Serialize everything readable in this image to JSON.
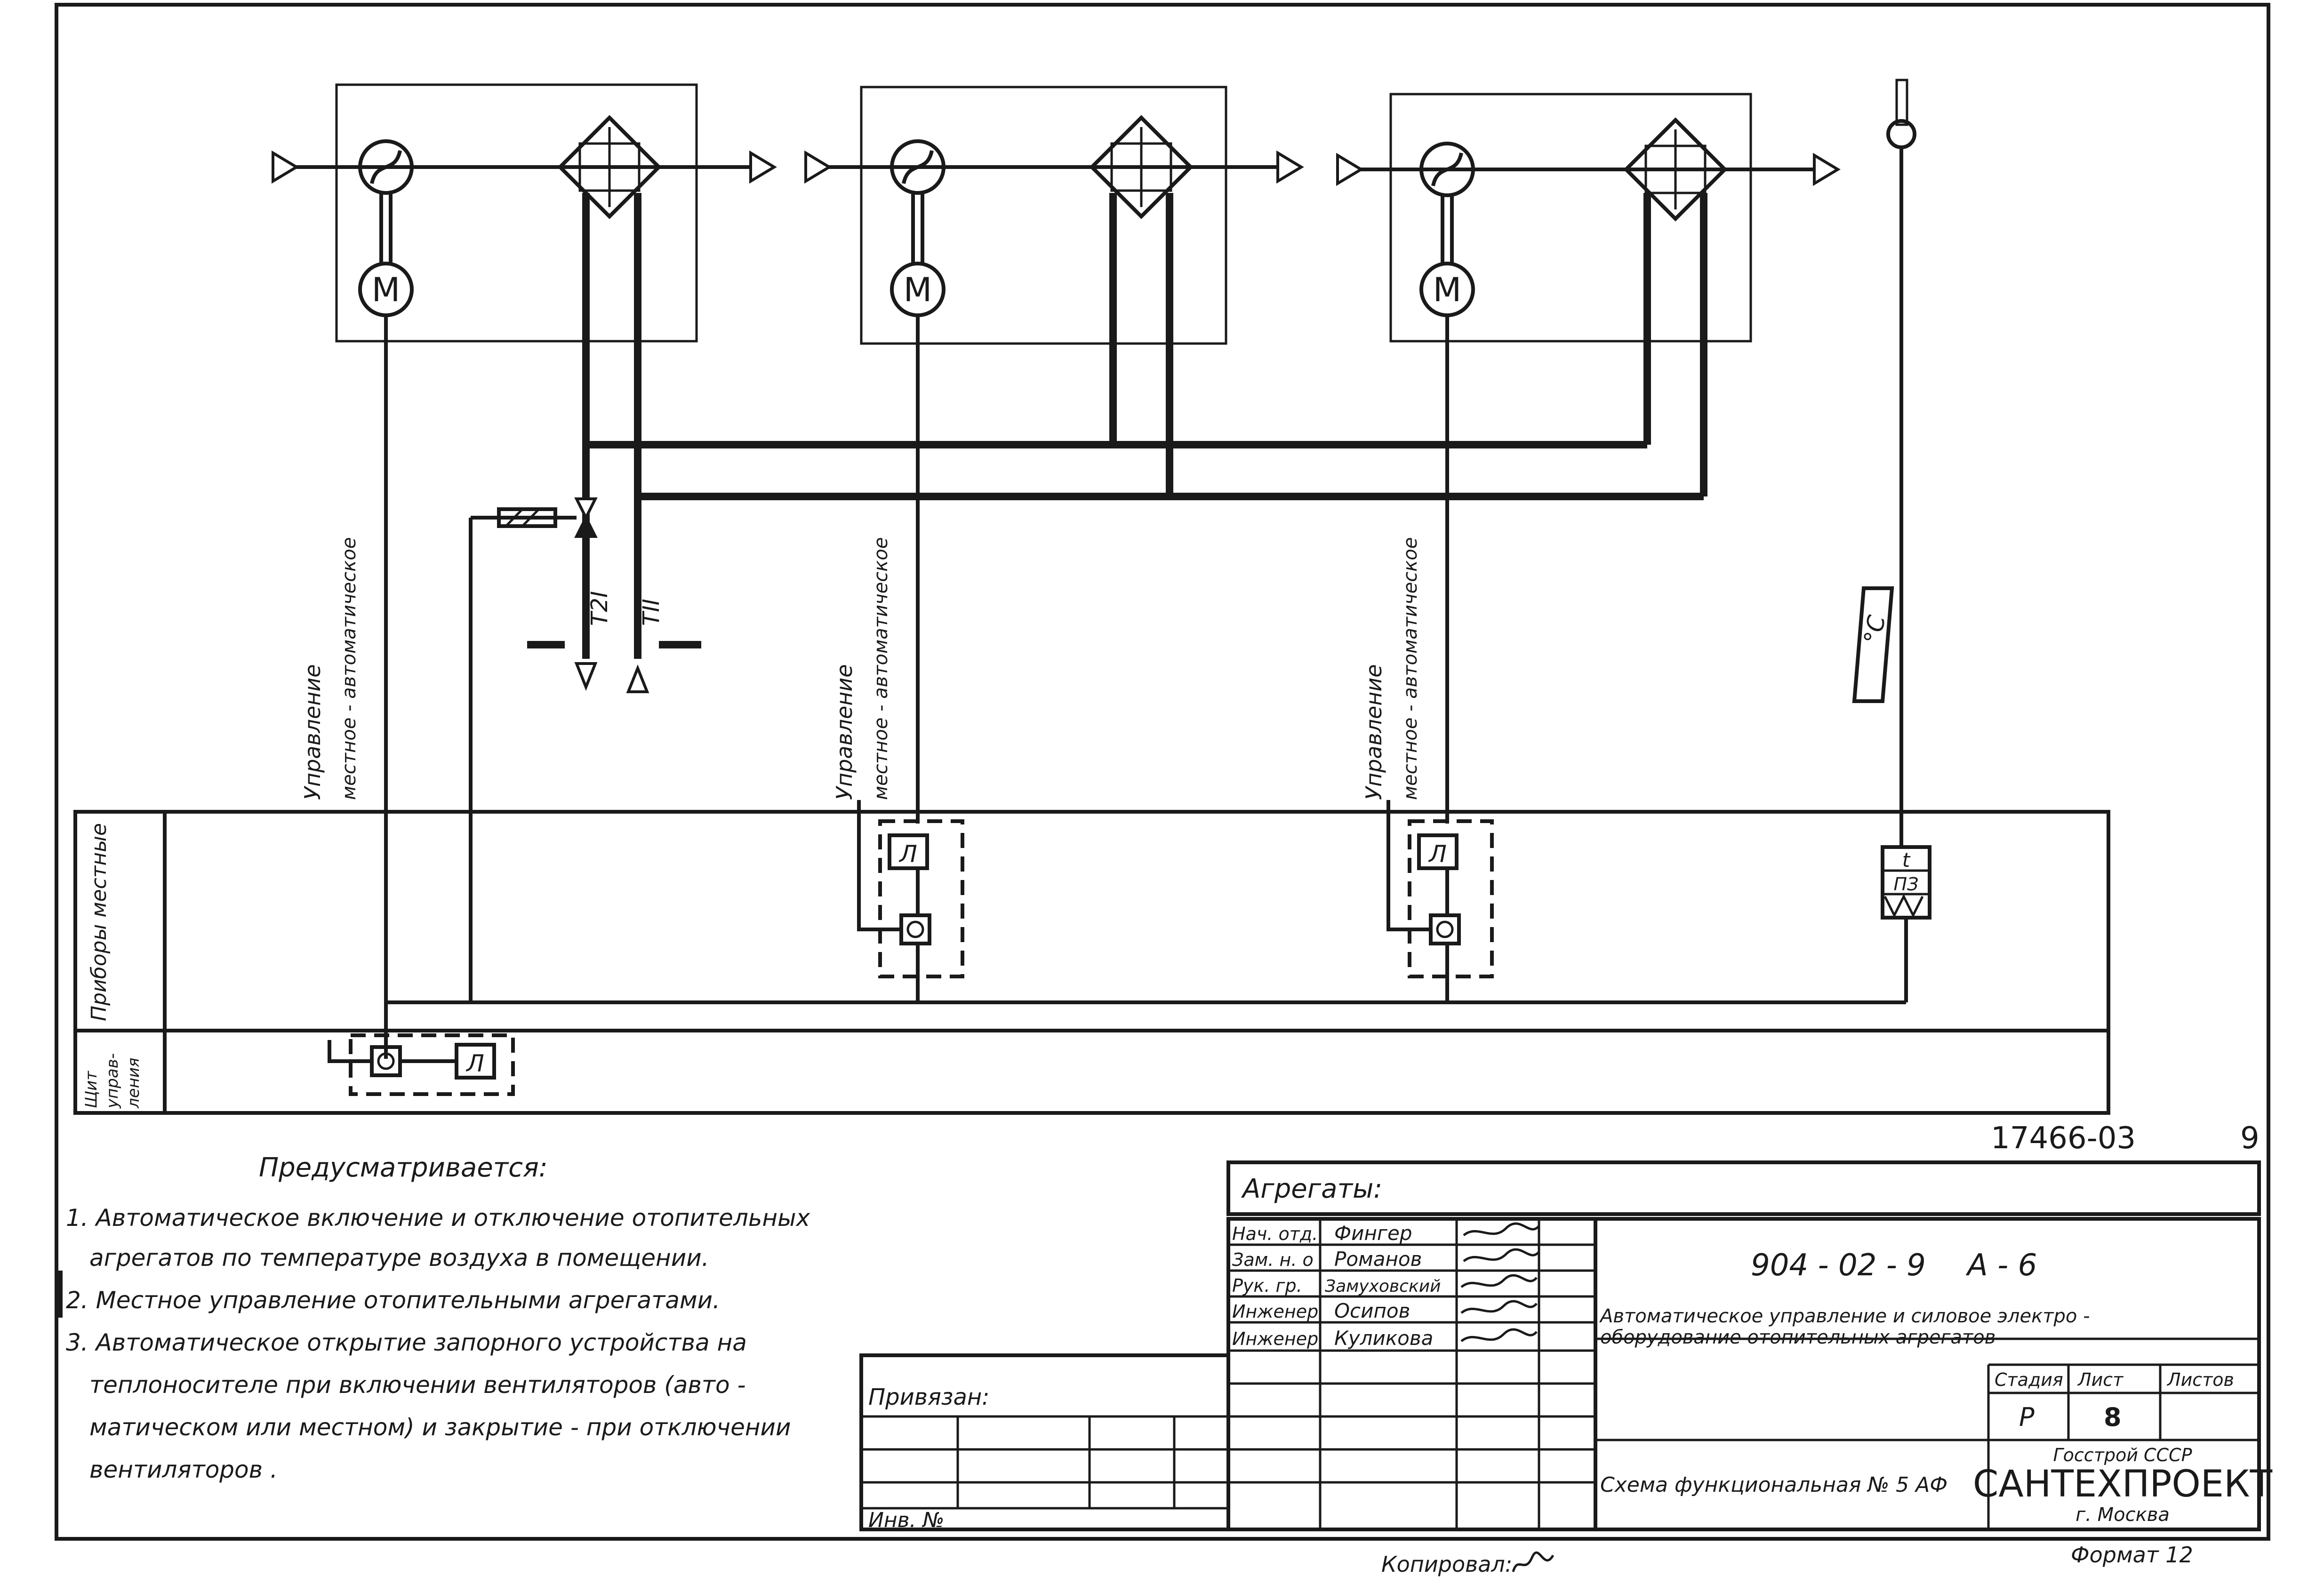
{
  "diagram": {
    "pipe_labels": {
      "supply": "T2I",
      "return": "TII"
    },
    "control_label_line1": "Управление",
    "control_label_line2": "местное - автоматическое",
    "motor_symbol": "M",
    "relay_symbol": "Л",
    "thermometer_unit": "°C",
    "thermostat_symbol": "t",
    "thermostat_code": "ПЗ",
    "row_local_instruments": "Приборы местные",
    "row_panel_line1": "Щит",
    "row_panel_line2": "управ-",
    "row_panel_line3": "ления"
  },
  "notes": {
    "heading": "Предусматривается:",
    "lines": [
      "1. Автоматическое включение и отключение отопительных",
      "агрегатов по температуре воздуха в помещении.",
      "2. Местное управление отопительными агрегатами.",
      "3. Автоматическое открытие запорного устройства на",
      "теплоносителе при включении вентиляторов (авто -",
      "матическом или местном) и закрытие - при отключении",
      "вентиляторов ."
    ]
  },
  "stamp": {
    "doc_code": "17466-03",
    "sheet_corner": "9",
    "units_label": "Агрегаты:",
    "bound_label": "Привязан:",
    "inv_label": "Инв. №",
    "signatures": [
      {
        "role": "Нач. отд.",
        "name": "Фингер"
      },
      {
        "role": "Зам. н. о",
        "name": "Романов"
      },
      {
        "role": "Рук. гр.",
        "name": "Замуховский"
      },
      {
        "role": "Инженер",
        "name": "Осипов"
      },
      {
        "role": "Инженер",
        "name": "Куликова"
      }
    ],
    "project_number": "904 - 02 - 9",
    "album": "А - 6",
    "title_line1": "Автоматическое управление и силовое электро -",
    "title_line2": "оборудование отопительных агрегатов",
    "col_stage": "Стадия",
    "col_sheet": "Лист",
    "col_sheets": "Листов",
    "stage": "Р",
    "sheet_no": "8",
    "drawing_title": "Схема функциональная № 5 АФ",
    "org_line1": "Госстрой СССР",
    "org_line2": "САНТЕХПРОЕКТ",
    "org_line3": "г. Москва",
    "copied_label": "Копировал:",
    "format_label": "Формат 12"
  }
}
